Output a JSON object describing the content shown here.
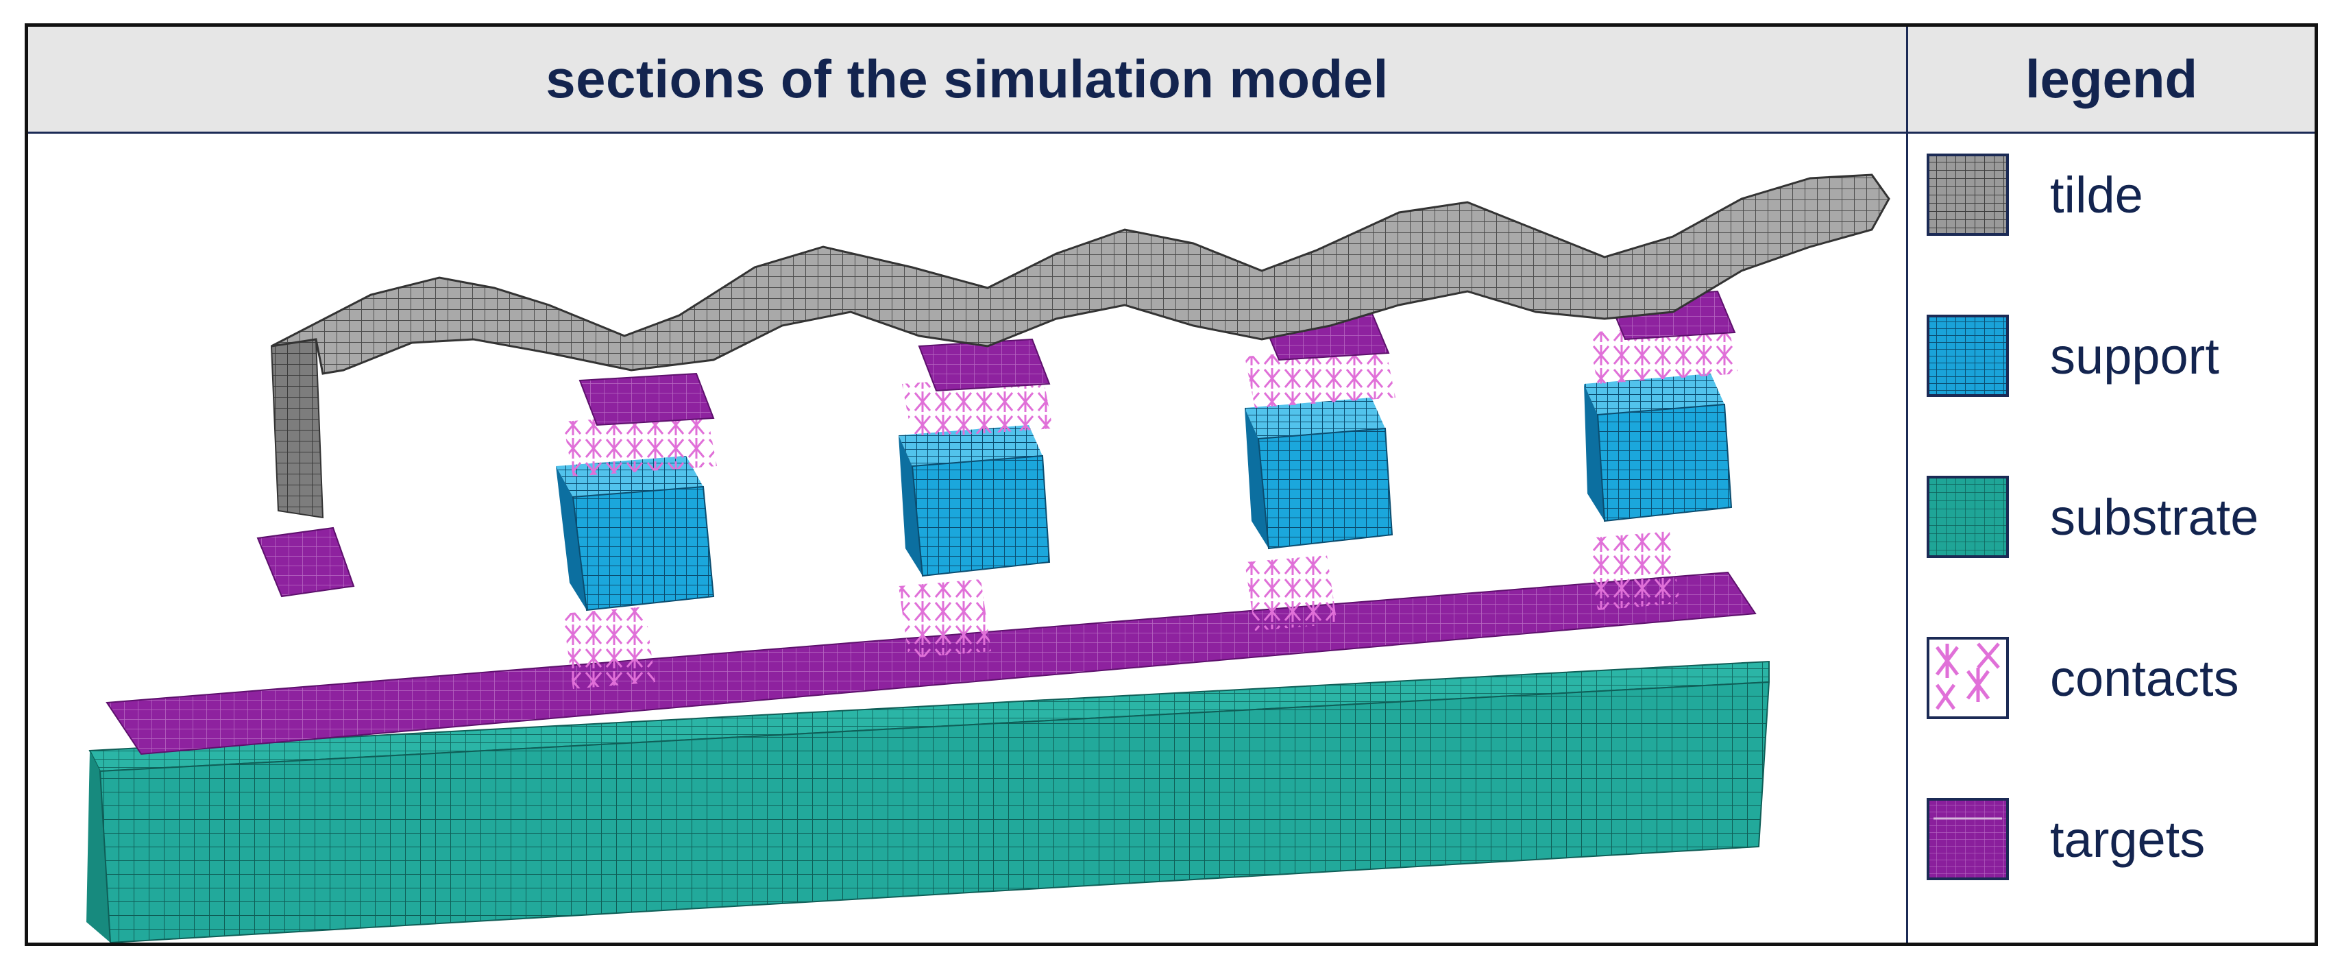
{
  "header": {
    "sections_title": "sections of the simulation model",
    "legend_title": "legend"
  },
  "legend": {
    "items": [
      {
        "label": "tilde",
        "color": "#9a9a9a",
        "icon": "tilde-swatch-icon"
      },
      {
        "label": "support",
        "color": "#1aa3d9",
        "icon": "support-swatch-icon"
      },
      {
        "label": "substrate",
        "color": "#1fa597",
        "icon": "substrate-swatch-icon"
      },
      {
        "label": "contacts",
        "color": "#e070d8",
        "icon": "contacts-swatch-icon"
      },
      {
        "label": "targets",
        "color": "#8a1f9c",
        "icon": "targets-swatch-icon"
      }
    ]
  },
  "colors": {
    "border": "#111111",
    "grid_line": "#1b2a55",
    "header_bg": "#e6e6e6",
    "text": "#13244f"
  }
}
